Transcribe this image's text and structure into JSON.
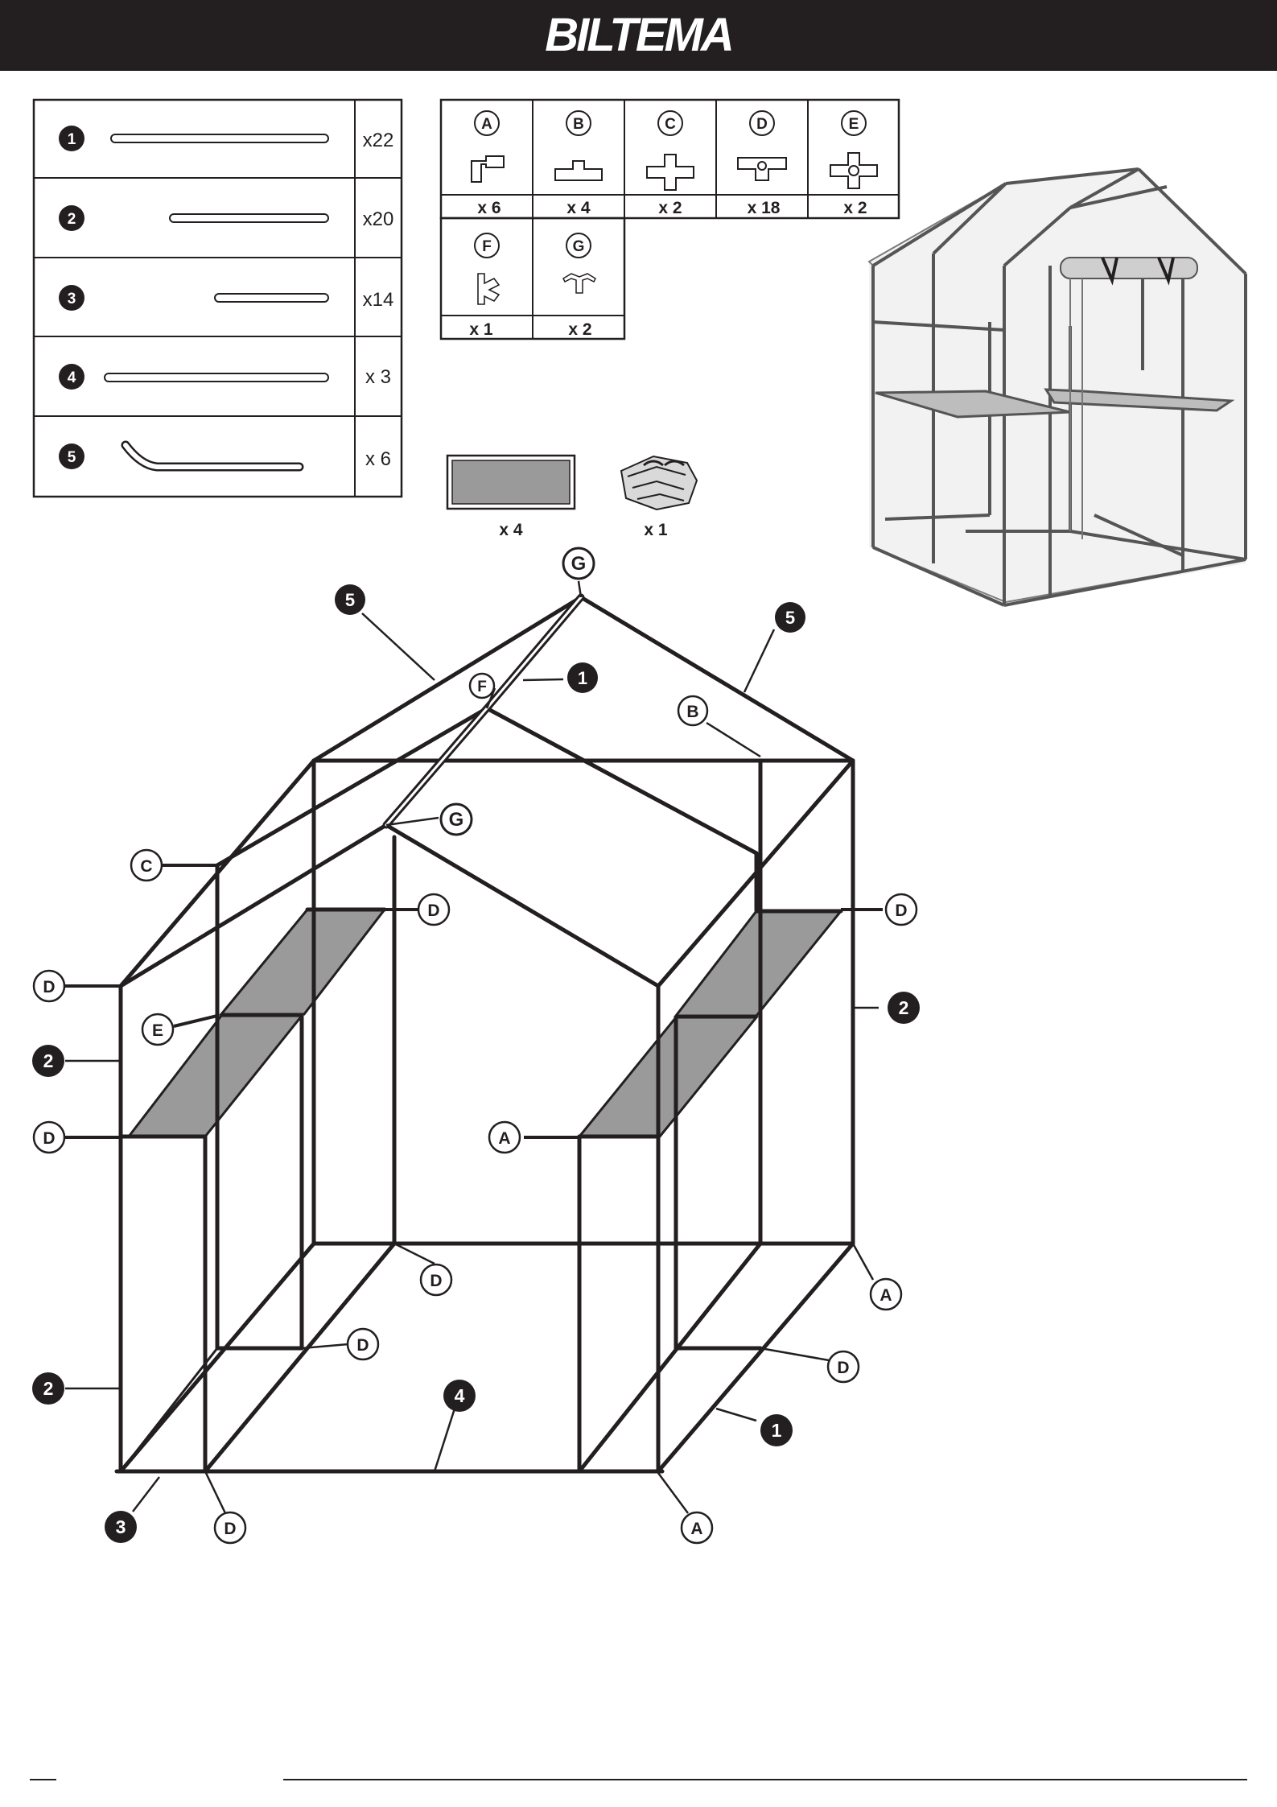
{
  "brand": "BILTEMA",
  "parts": [
    {
      "num": "1",
      "qty": "x22"
    },
    {
      "num": "2",
      "qty": "x20"
    },
    {
      "num": "3",
      "qty": "x14"
    },
    {
      "num": "4",
      "qty": "x 3"
    },
    {
      "num": "5",
      "qty": "x 6"
    }
  ],
  "connectors": [
    {
      "letter": "A",
      "qty": "x 6"
    },
    {
      "letter": "B",
      "qty": "x 4"
    },
    {
      "letter": "C",
      "qty": "x 2"
    },
    {
      "letter": "D",
      "qty": "x 18"
    },
    {
      "letter": "E",
      "qty": "x 2"
    },
    {
      "letter": "F",
      "qty": "x 1"
    },
    {
      "letter": "G",
      "qty": "x 2"
    }
  ],
  "accessories": [
    {
      "name": "shelf-panel",
      "qty": "x 4"
    },
    {
      "name": "greenhouse-cover",
      "qty": "x 1"
    }
  ],
  "callouts": {
    "ridge_g": "G",
    "roof_5_left": "5",
    "roof_5_right": "5",
    "f": "F",
    "ridge_1": "1",
    "b": "B",
    "g2": "G",
    "c": "C",
    "d_shelf_top_left": "D",
    "d_right_top": "D",
    "d_left_upper": "D",
    "two_right": "2",
    "e": "E",
    "two_left_upper": "2",
    "d_left_mid": "D",
    "a_mid": "A",
    "d_back_bottom": "D",
    "a_right": "A",
    "d_inner_left": "D",
    "d_right_lower": "D",
    "two_left_lower": "2",
    "four": "4",
    "one_bottom": "1",
    "three": "3",
    "d_front_bottom": "D",
    "a_front": "A"
  },
  "colors": {
    "header": "#231f20",
    "ink": "#231f20",
    "shelf": "#9a9a9a"
  }
}
